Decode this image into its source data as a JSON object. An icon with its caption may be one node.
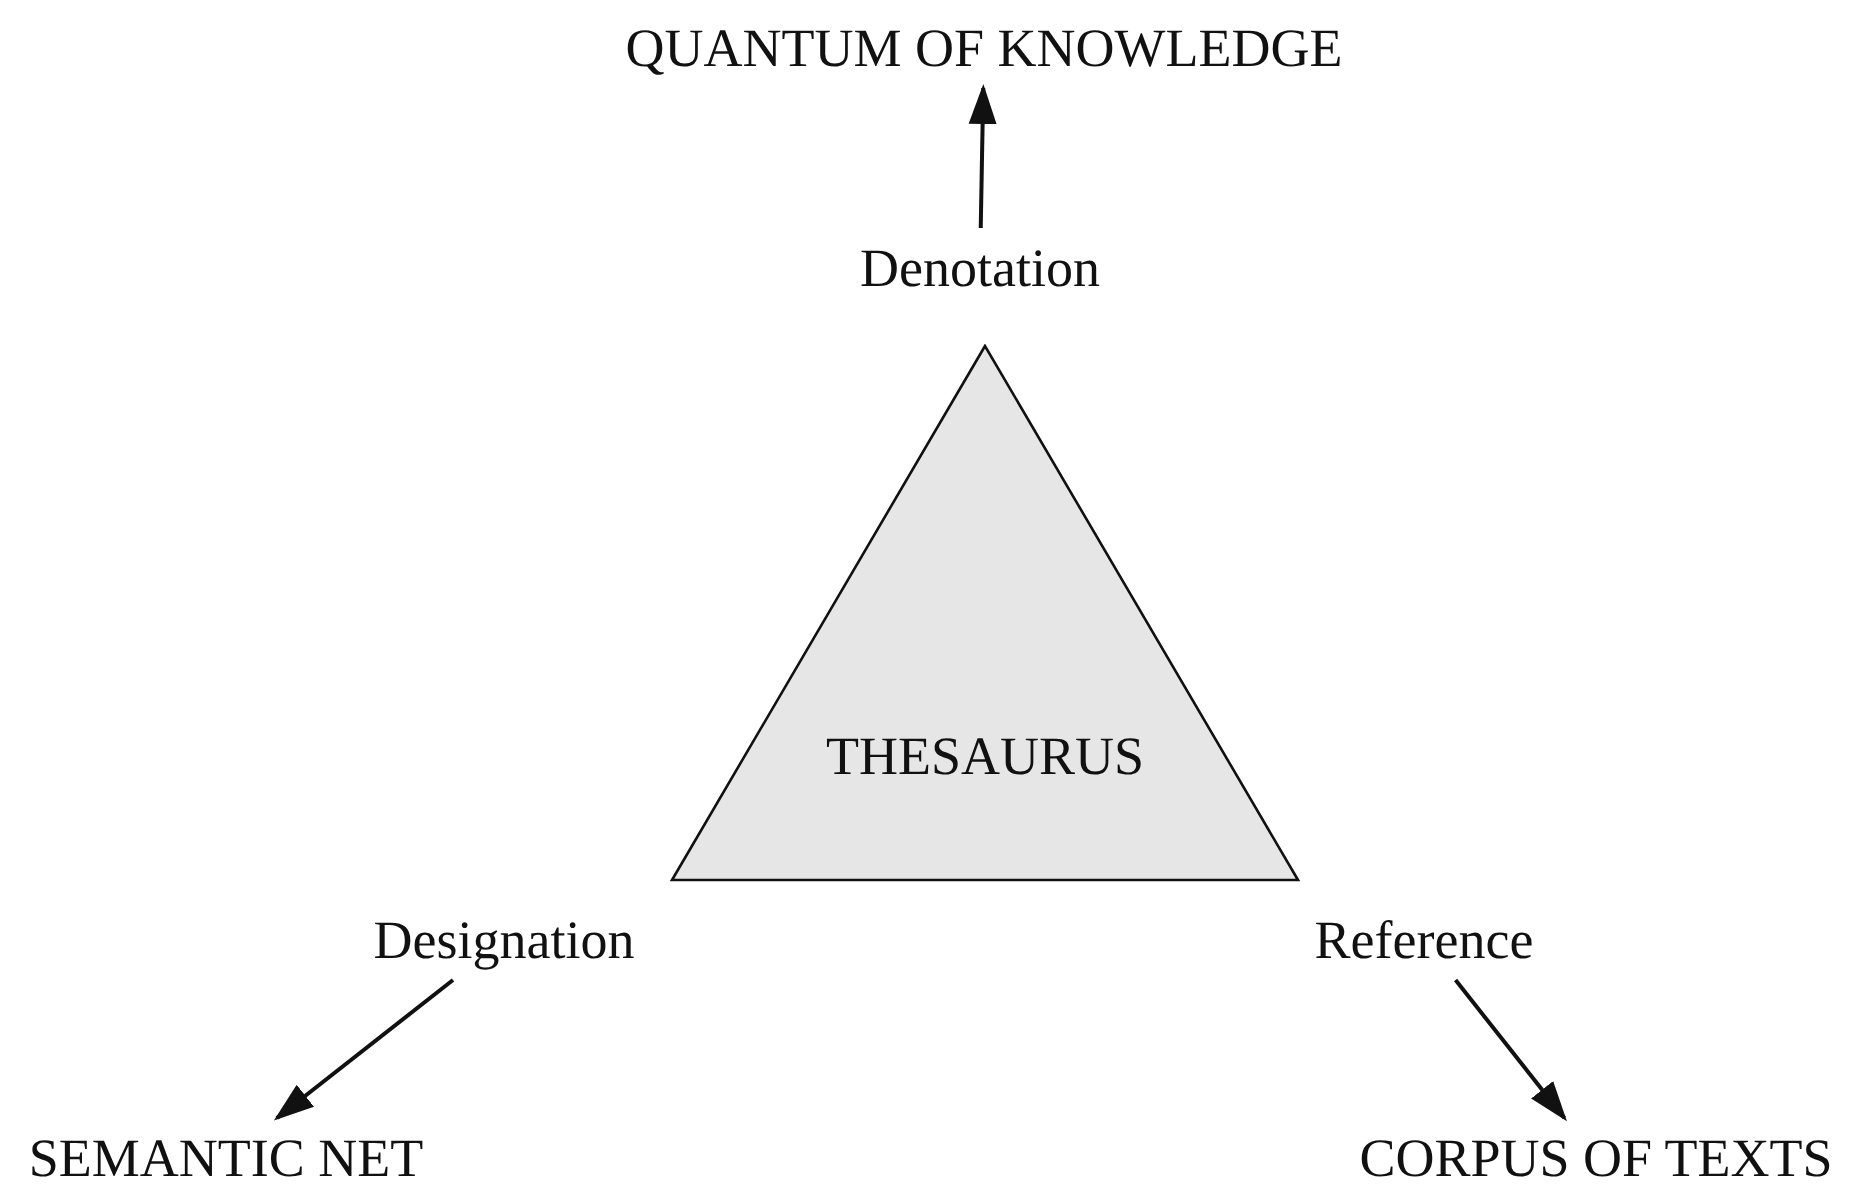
{
  "diagram": {
    "nodes": [
      {
        "text": [
          "THESAURUS"
        ]
      },
      {
        "text": [
          "Denotation"
        ]
      },
      {
        "text": [
          "QUANTUM OF KNOWLEDGE"
        ]
      },
      {
        "text": [
          "Designation"
        ]
      },
      {
        "text": [
          "SEMANTIC NET"
        ]
      },
      {
        "text": [
          "Reference"
        ]
      },
      {
        "text": [
          "CORPUS OF TEXTS"
        ]
      }
    ],
    "edges": [
      {
        "from": 1,
        "to": 2,
        "arrow": "to"
      },
      {
        "from": 3,
        "to": 4,
        "arrow": "to"
      },
      {
        "from": 5,
        "to": 6,
        "arrow": "to"
      }
    ]
  }
}
